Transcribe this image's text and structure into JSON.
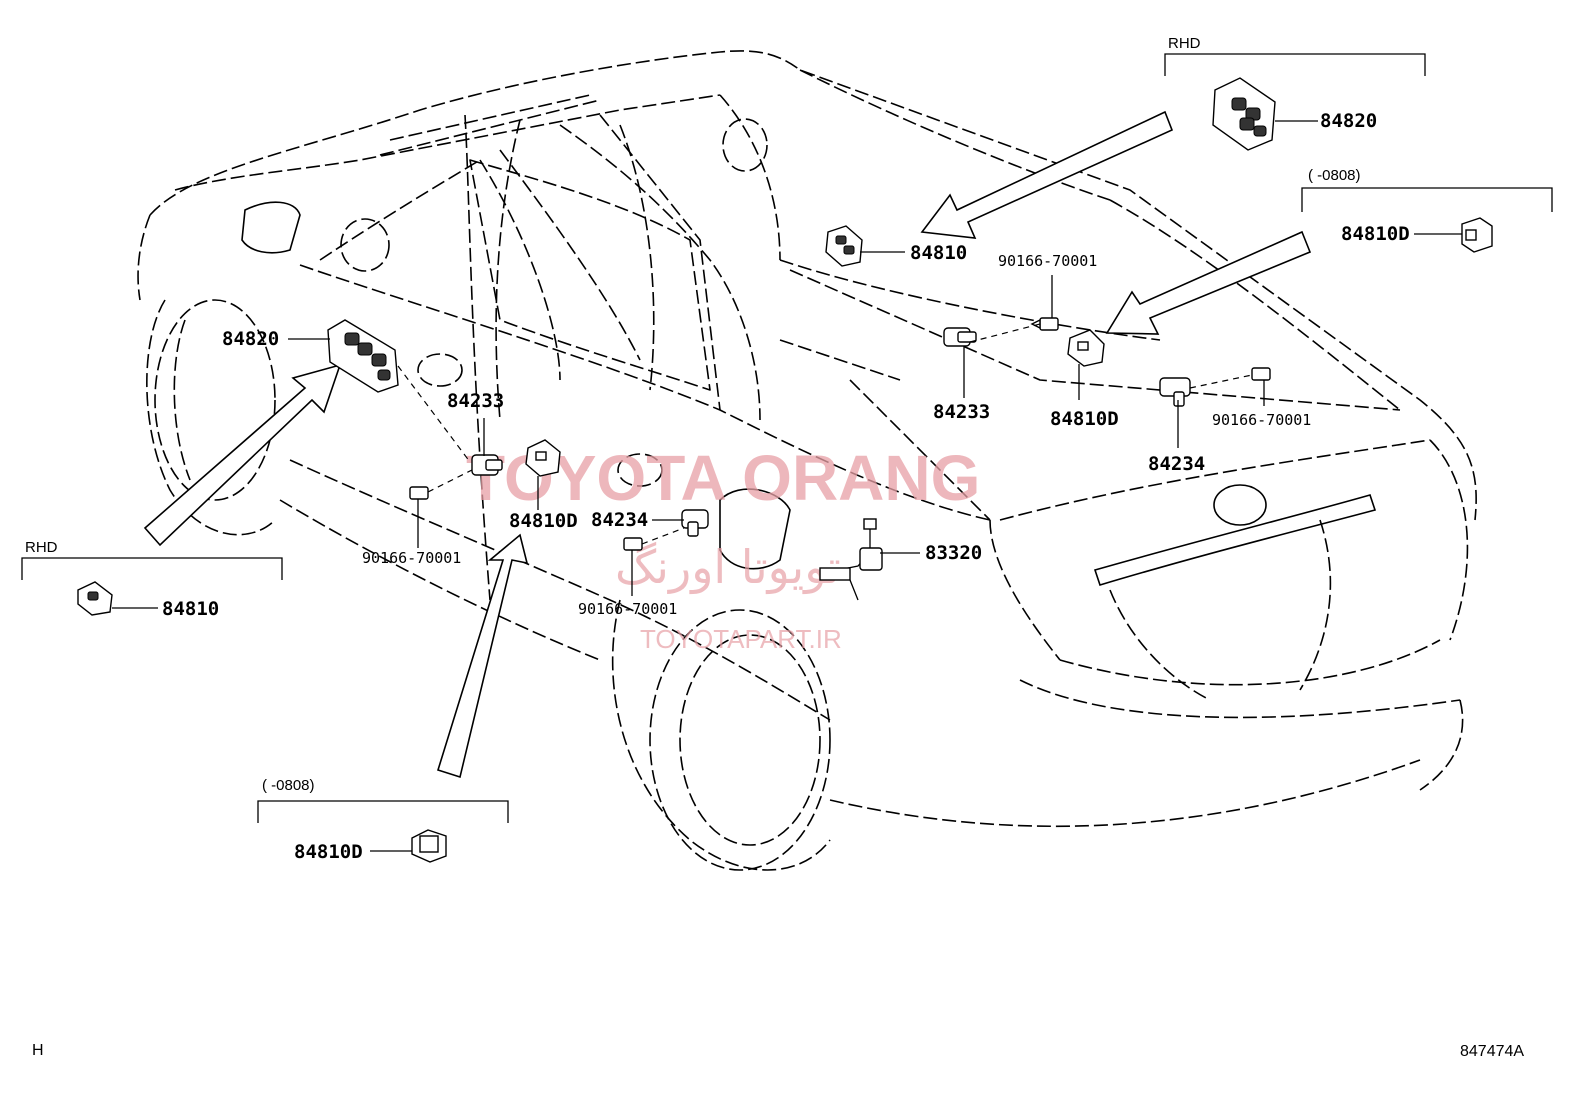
{
  "watermark": {
    "main": "TOYOTA ORANG",
    "persian": "تویوتا اورنگ",
    "site": "TOYOTAPART.IR"
  },
  "corner_left": "H",
  "corner_right": "847474A",
  "notes": {
    "rhd_top": "RHD",
    "rhd_left": "RHD",
    "date_right": "(      -0808)",
    "date_bottom": "(      -0808)"
  },
  "parts": {
    "p84820_top": "84820",
    "p84810D_right": "84810D",
    "p84810_center": "84810",
    "p90166_top": "90166-70001",
    "p84233_right": "84233",
    "p84810D_mid": "84810D",
    "p90166_right": "90166-70001",
    "p84234_right": "84234",
    "p84820_left": "84820",
    "p84233_left": "84233",
    "p84810D_left": "84810D",
    "p84234_left": "84234",
    "p90166_left": "90166-70001",
    "p90166_lower": "90166-70001",
    "p83320": "83320",
    "p84810_left": "84810",
    "p84810D_bottom": "84810D"
  }
}
